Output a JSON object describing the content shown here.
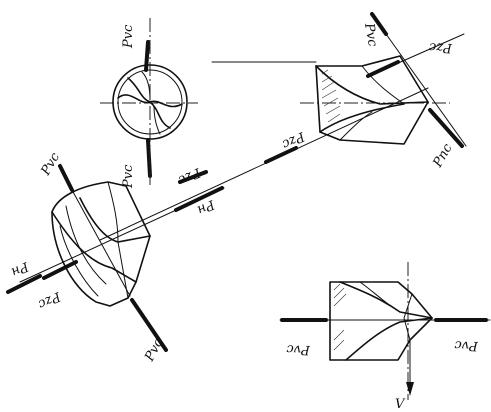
{
  "labels": {
    "circle_top": "Pvc",
    "circle_bottom": "Pvc",
    "tr_top": "Pvc",
    "tr_pzc": "Pzc",
    "tr_pnc": "Pnc",
    "diag_pzc": "Pzc",
    "left_pvc": "Pvc",
    "left_pzc_top": "Pzc",
    "left_pn_top": "Pн",
    "left_pn_bottom": "Pн",
    "left_pzc_bottom": "Pzc",
    "left_pvc_bottom": "Pvc",
    "br_pvc_left": "Pvc",
    "br_pvc_right": "Pvc",
    "br_v": "V"
  }
}
